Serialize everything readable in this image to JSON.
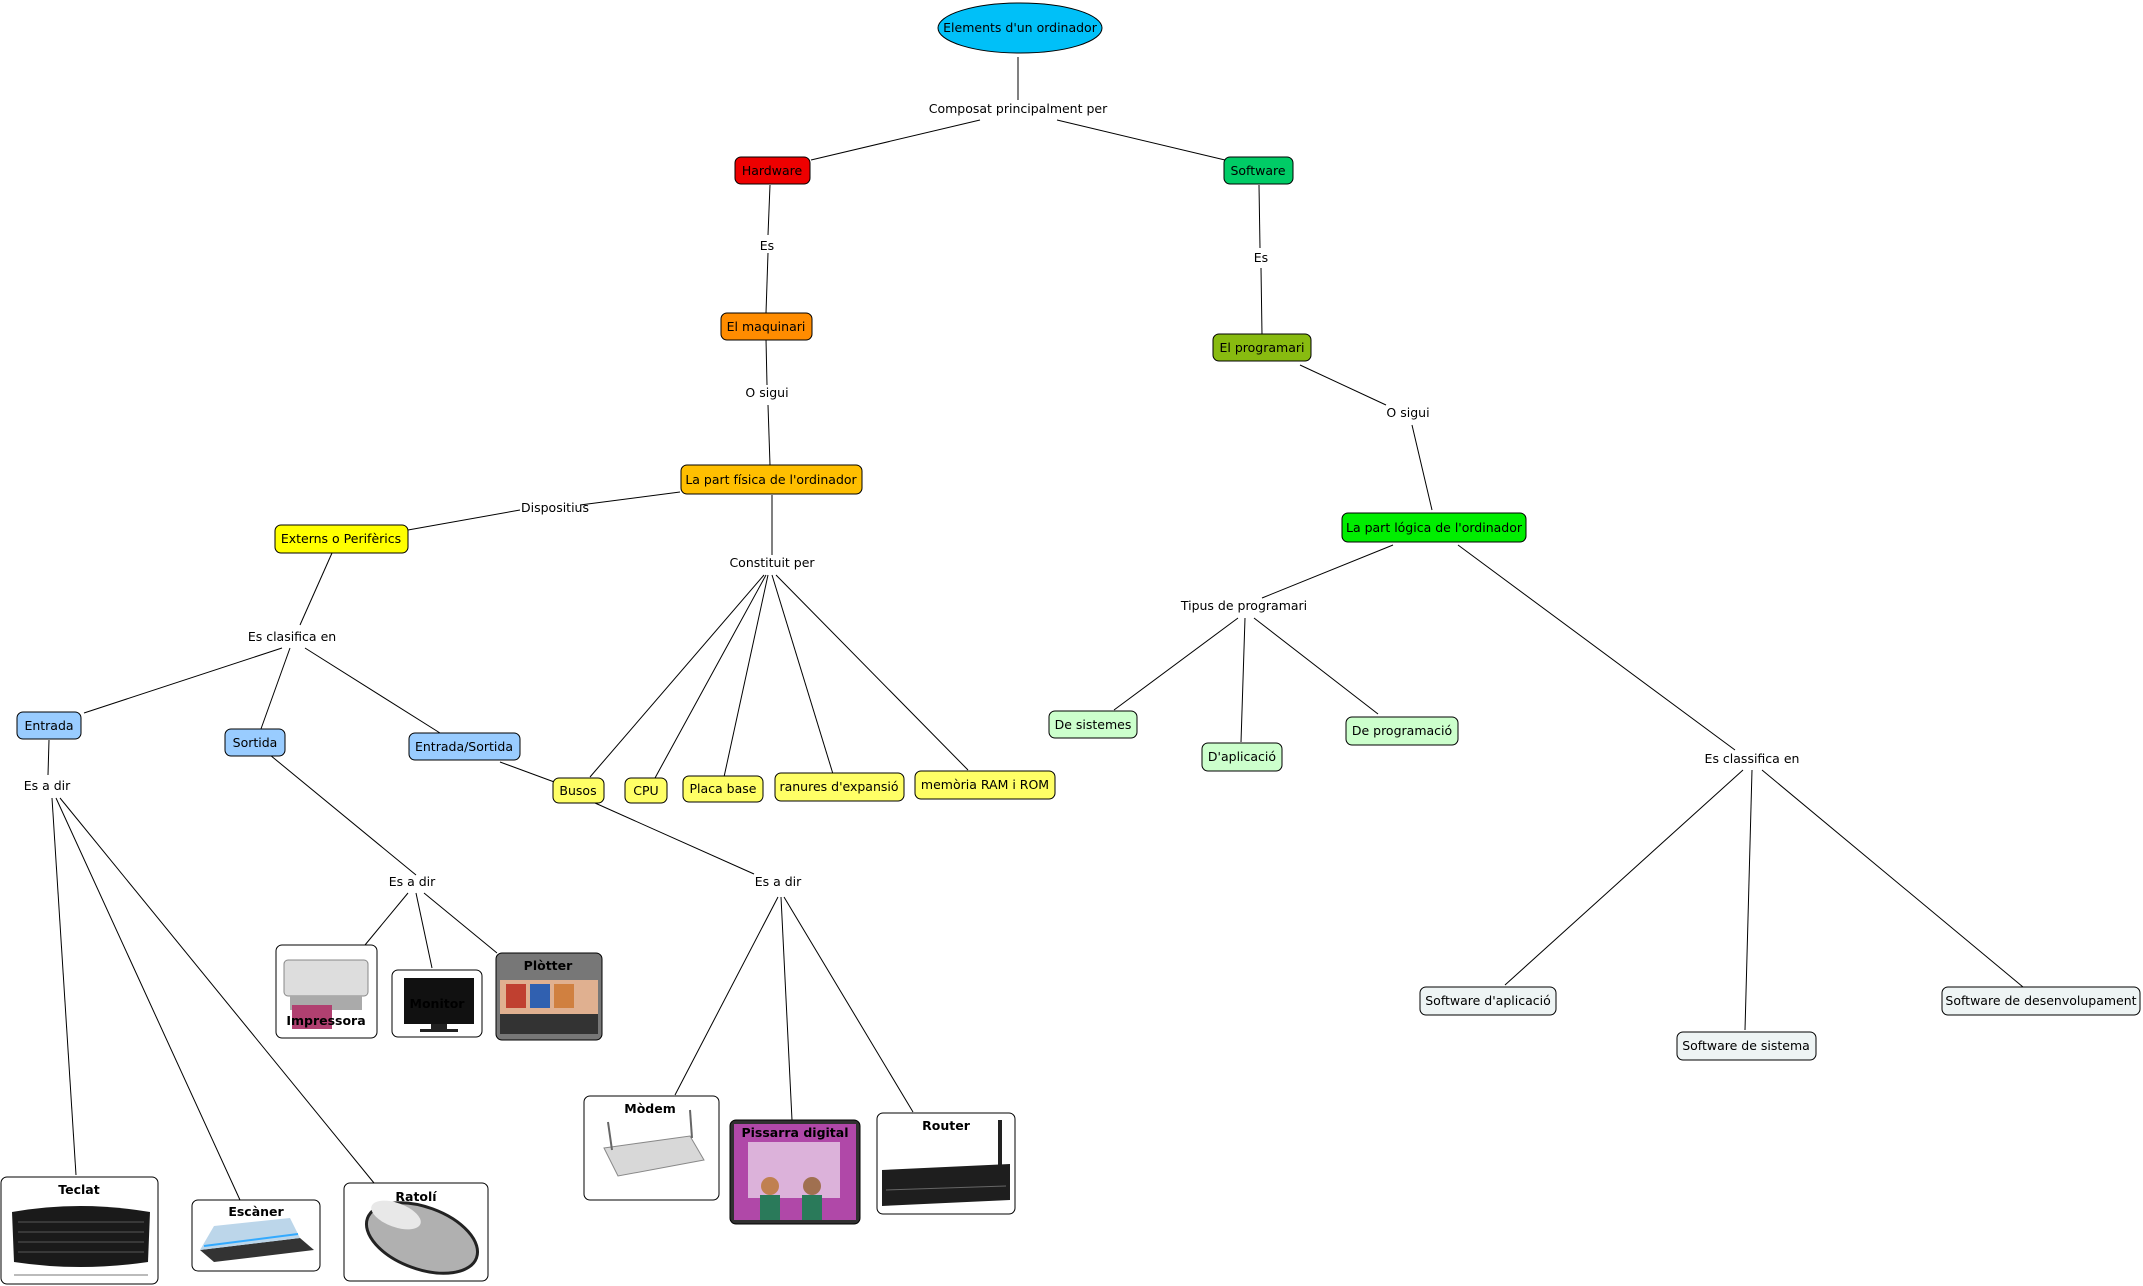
{
  "nodes": {
    "root": "Elements d'un ordinador",
    "hardware": "Hardware",
    "software": "Software",
    "maquinari": "El maquinari",
    "programari": "El programari",
    "part_fisica": "La part física de l'ordinador",
    "part_logica": "La part lógica de l'ordinador",
    "externs": "Externs o Perifèrics",
    "entrada": "Entrada",
    "sortida": "Sortida",
    "entrada_sortida": "Entrada/Sortida",
    "busos": "Busos",
    "cpu": "CPU",
    "placa_base": "Placa base",
    "ranures": "ranures d'expansió",
    "memoria": "memòria RAM i ROM",
    "de_sistemes": "De sistemes",
    "d_aplicacio": "D'aplicació",
    "de_programacio": "De programació",
    "sw_aplicacio": "Software d'aplicació",
    "sw_sistema": "Software de sistema",
    "sw_desenvolupament": "Software de desenvolupament"
  },
  "links": {
    "composat": "Composat principalment per",
    "es_hw": "Es",
    "es_sw": "Es",
    "o_sigui_hw": "O sigui",
    "o_sigui_sw": "O sigui",
    "dispositius": "Dispositius",
    "constituit": "Constituit per",
    "es_clasifica": "Es clasifica en",
    "tipus": "Tipus de programari",
    "es_classifica": "Es classifica en",
    "es_a_dir_entrada": "Es a dir",
    "es_a_dir_sortida": "Es a dir",
    "es_a_dir_es": "Es a dir"
  },
  "images": {
    "teclat": "Teclat",
    "escaner": "Escàner",
    "ratoli": "Ratolí",
    "impressora": "Impressora",
    "monitor": "Monitor",
    "plotter": "Plòtter",
    "modem": "Mòdem",
    "pissarra": "Pissarra digital",
    "router": "Router"
  },
  "colors": {
    "root": "#00c0f8",
    "hardware": "#ee0000",
    "software": "#00cc66",
    "maquinari": "#ff8c00",
    "programari": "#88bb10",
    "part_fisica": "#ffbf00",
    "part_logica": "#00ee00",
    "yellow": "#ffff00",
    "light_yellow": "#ffff66",
    "blue": "#99ccff",
    "light_green": "#ccffcc",
    "pale": "#eef4f4"
  },
  "icons": {
    "teclat": "keyboard-icon",
    "escaner": "scanner-icon",
    "ratoli": "mouse-icon",
    "impressora": "printer-icon",
    "monitor": "monitor-icon",
    "plotter": "plotter-icon",
    "modem": "modem-icon",
    "pissarra": "whiteboard-icon",
    "router": "router-icon"
  }
}
